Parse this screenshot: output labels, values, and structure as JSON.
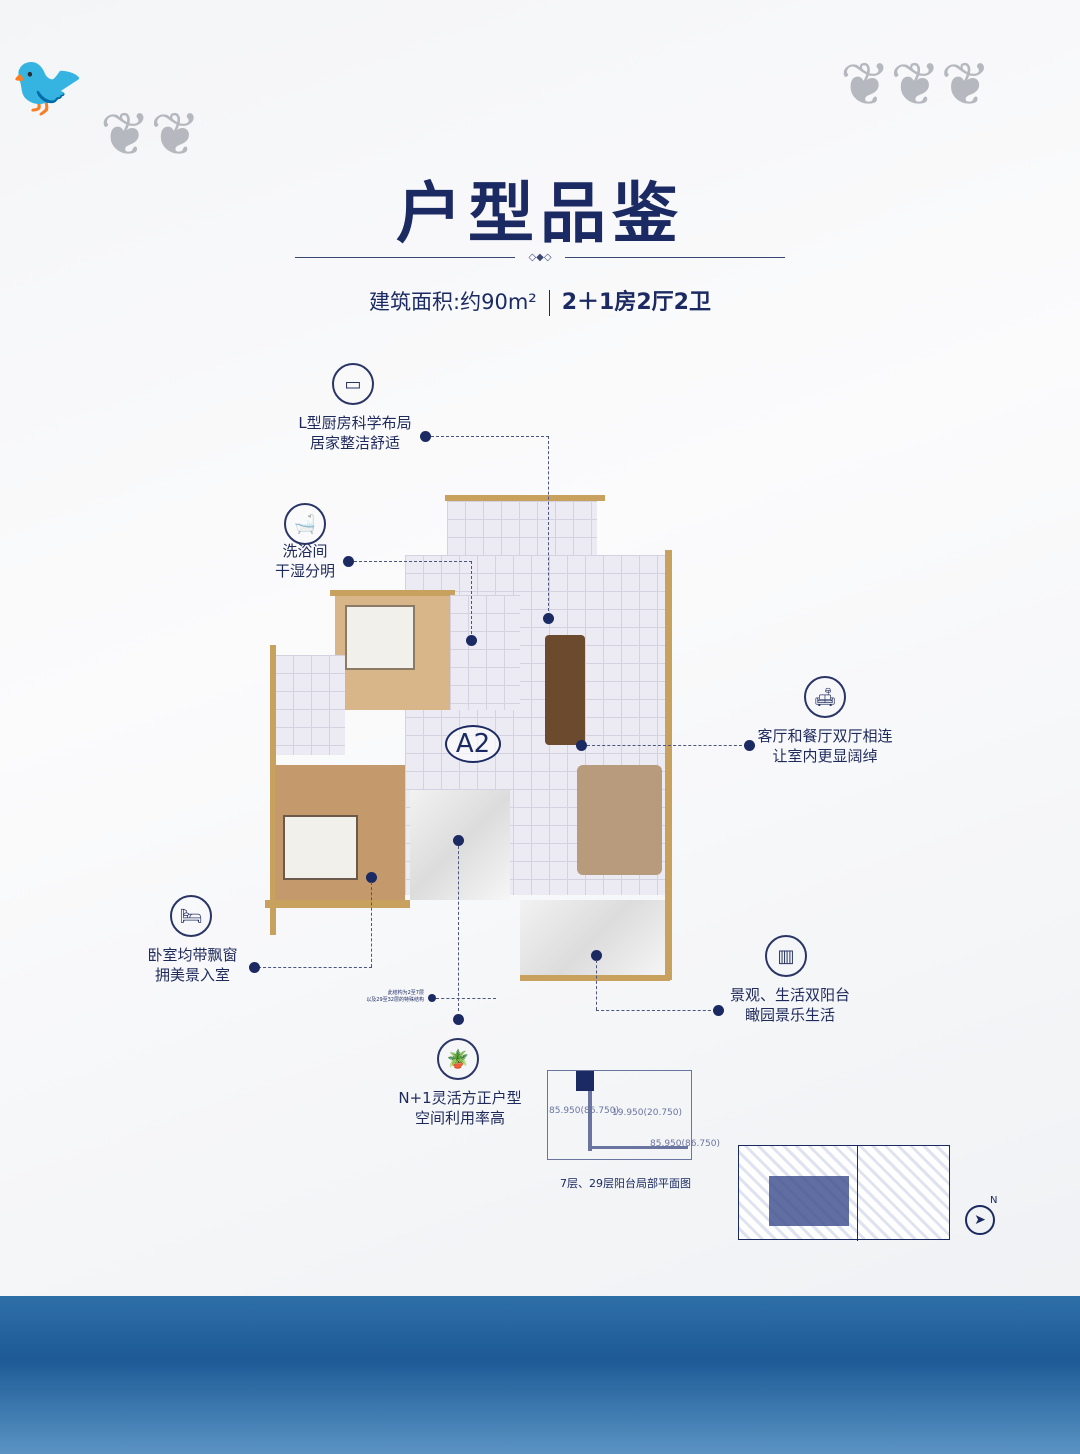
{
  "header": {
    "title": "户型品鉴",
    "area": "建筑面积:约90m²",
    "layout": "2＋1房2厅2卫"
  },
  "floorplan": {
    "unit_label": "A2"
  },
  "features": [
    {
      "icon": "kitchen-icon",
      "line1": "L型厨房科学布局",
      "line2": "居家整洁舒适"
    },
    {
      "icon": "bathtub-icon",
      "line1": "洗浴间",
      "line2": "干湿分明"
    },
    {
      "icon": "sofa-icon",
      "line1": "客厅和餐厅双厅相连",
      "line2": "让室内更显阔绰"
    },
    {
      "icon": "bed-icon",
      "line1": "卧室均带飘窗",
      "line2": "拥美景入室"
    },
    {
      "icon": "balcony-icon",
      "line1": "景观、生活双阳台",
      "line2": "瞰园景乐生活"
    },
    {
      "icon": "plant-icon",
      "line1": "N+1灵活方正户型",
      "line2": "空间利用率高"
    }
  ],
  "note": {
    "line1": "此结构为2至7层",
    "line2": "以及29至32层的特殊结构"
  },
  "detail": {
    "elev1": "85.950(86.750)",
    "elev2": "19.950(20.750)",
    "elev3": "85.950(86.750)",
    "caption": "7层、29层阳台局部平面图"
  },
  "compass": "N",
  "colors": {
    "navy": "#1b2a63",
    "wall": "#c9a15e",
    "sea": "#1d5a96"
  }
}
